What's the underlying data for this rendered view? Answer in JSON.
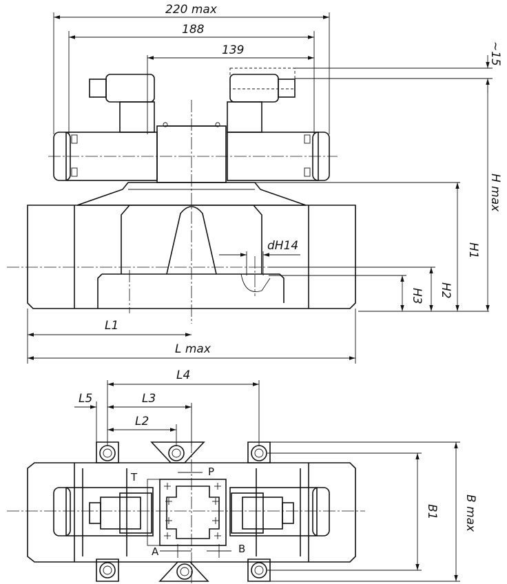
{
  "dimensions": {
    "width_max": "220 max",
    "width_188": "188",
    "width_139": "139",
    "top_offset": "~15",
    "height_max": "H max",
    "h1": "H1",
    "h2": "H2",
    "h3": "H3",
    "d": "dH14",
    "l1": "L1",
    "l_max": "L max",
    "l4": "L4",
    "l5": "L5",
    "l3": "L3",
    "l2": "L2",
    "b1": "B1",
    "b_max": "B max"
  },
  "ports": {
    "t": "T",
    "p": "P",
    "a": "A",
    "b": "B"
  }
}
